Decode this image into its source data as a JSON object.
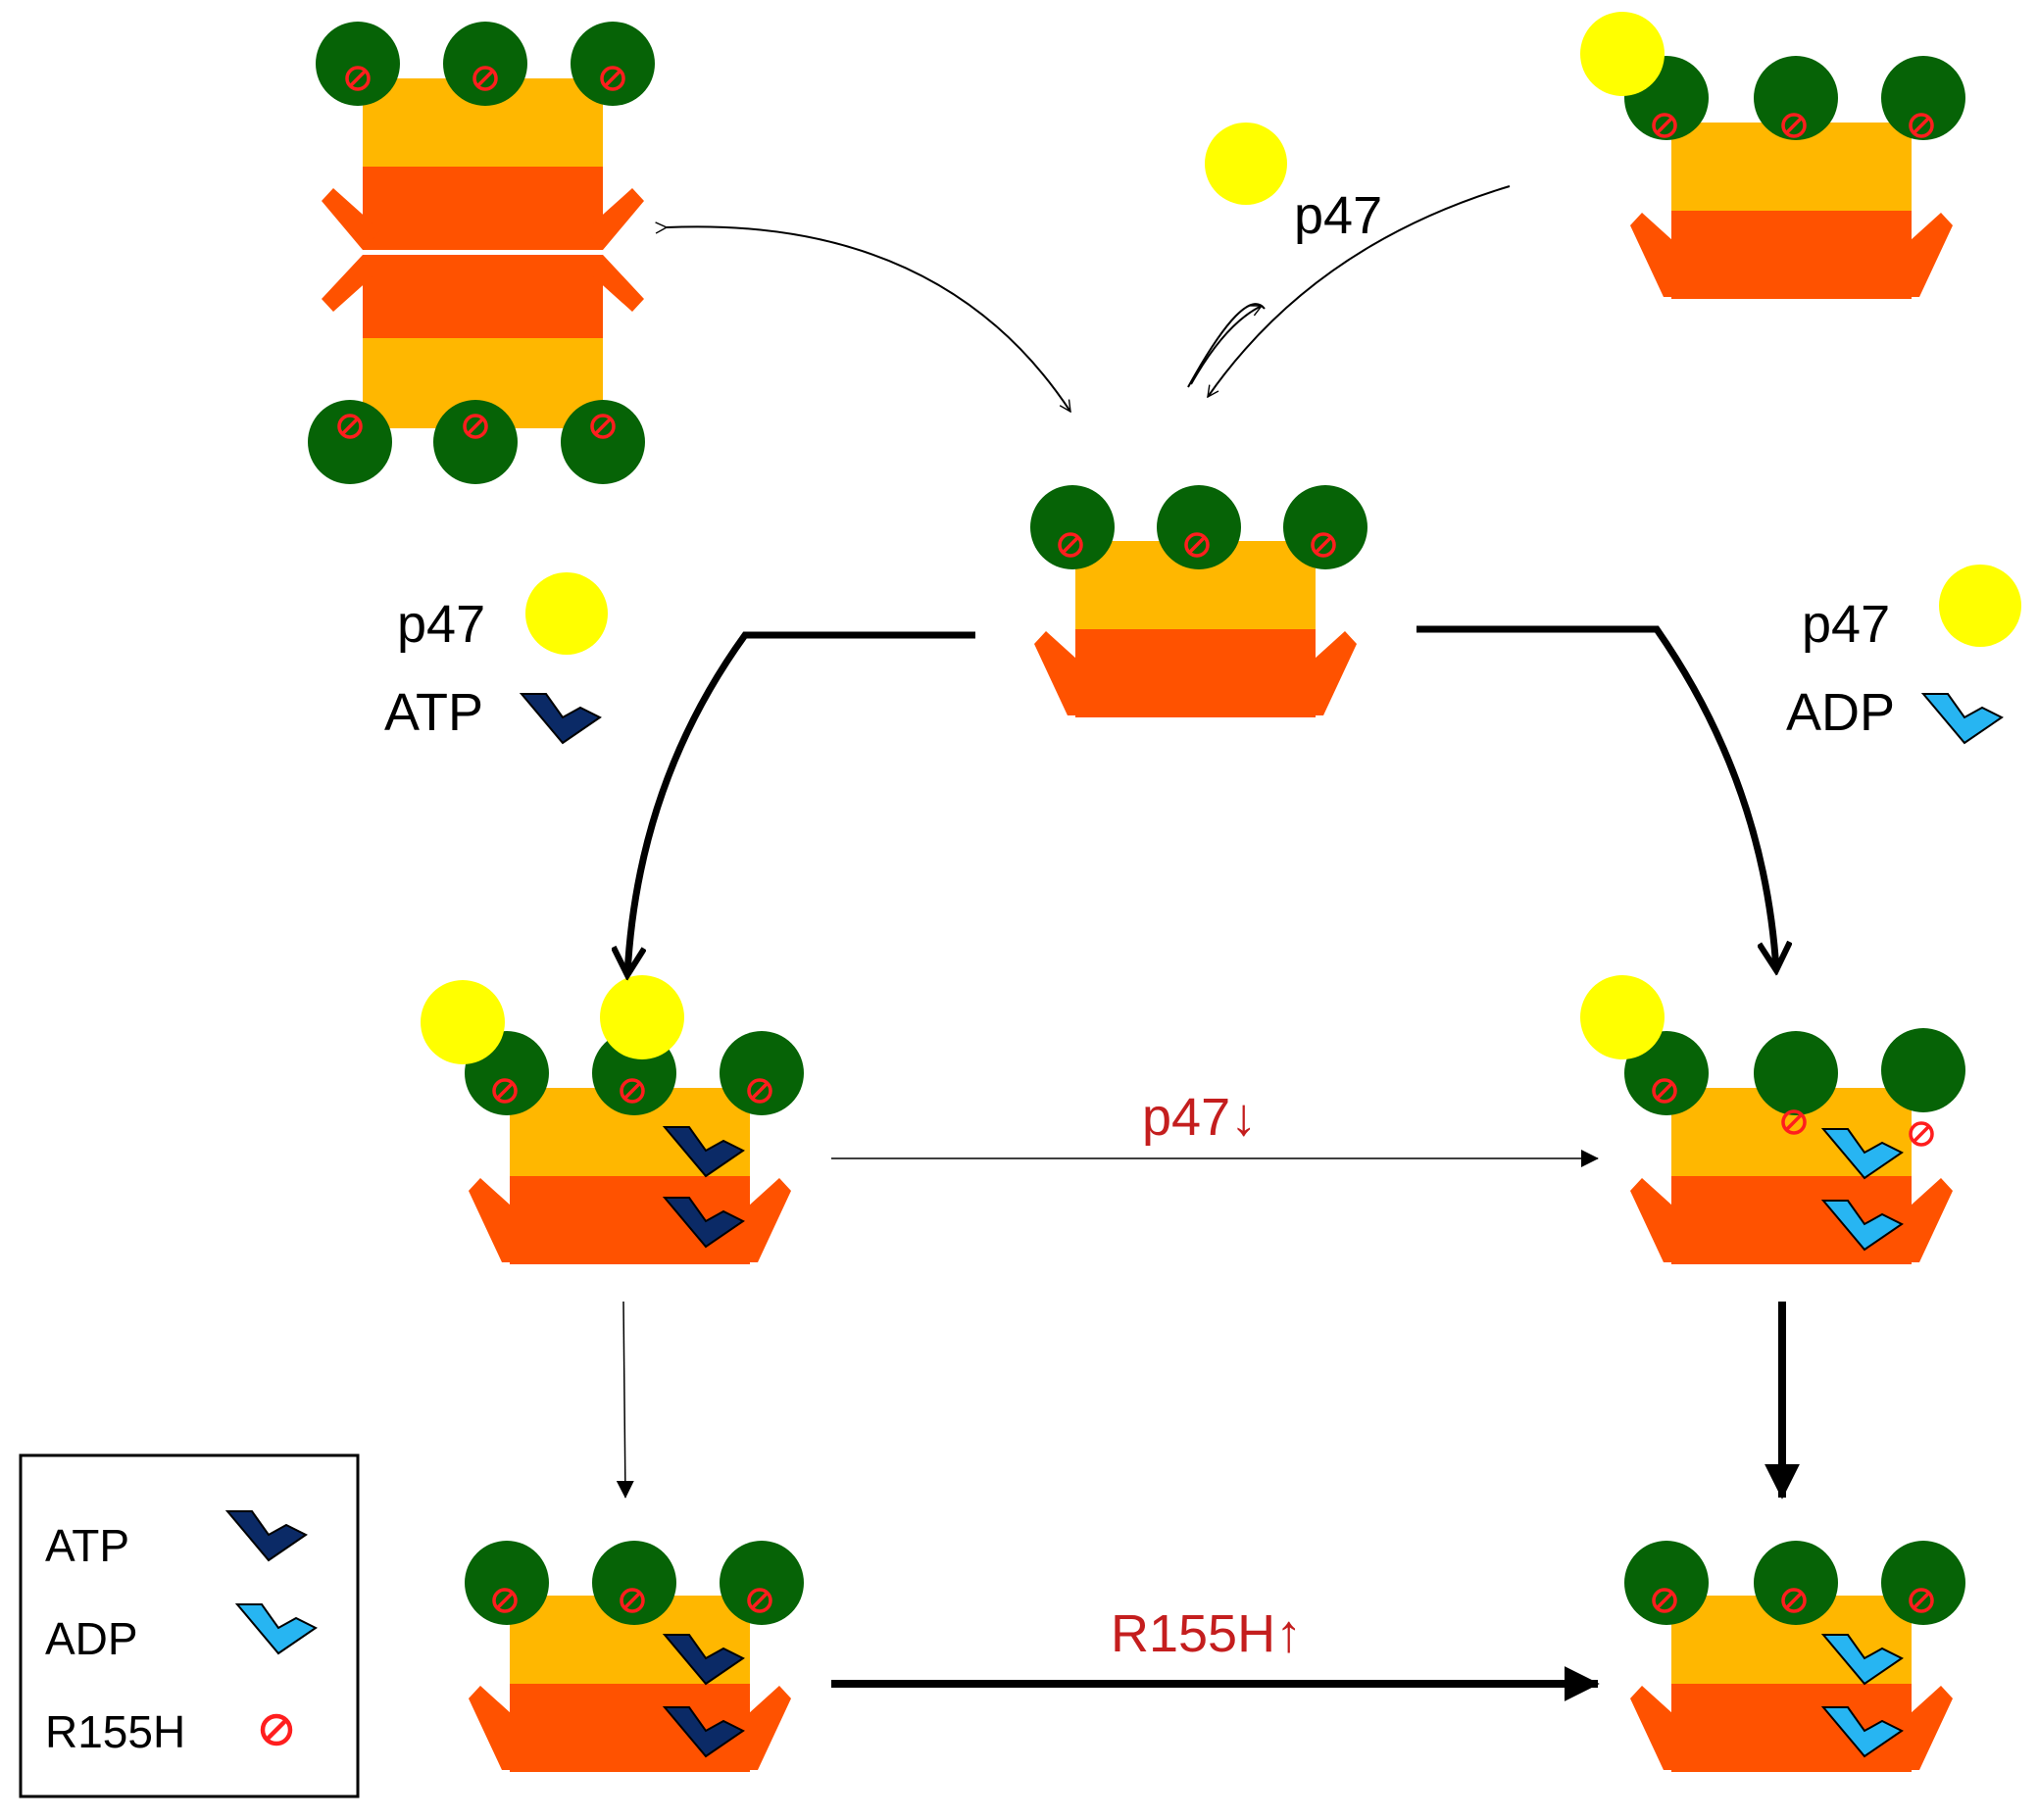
{
  "colors": {
    "n_domain": "#066306",
    "d1_ring": "#FFB700",
    "d2_ring": "#FF5200",
    "p47": "#FFFF00",
    "atp": "#0B2A66",
    "adp": "#27B5F2",
    "mutation_mark": "#FF1E1E",
    "red_text": "#C41E1E"
  },
  "icons": {
    "atp": "atp-chevron-icon",
    "adp": "adp-chevron-icon",
    "r155h": "prohibition-icon"
  },
  "labels": {
    "top_p47": "p47",
    "left_p47": "p47",
    "left_atp": "ATP",
    "right_p47": "p47",
    "right_adp": "ADP",
    "middle_arrow": "p47↓",
    "bottom_arrow": "R155H↑"
  },
  "legend": {
    "items": [
      {
        "label": "ATP",
        "icon": "atp-chevron-icon"
      },
      {
        "label": "ADP",
        "icon": "adp-chevron-icon"
      },
      {
        "label": "R155H",
        "icon": "prohibition-icon"
      }
    ]
  }
}
